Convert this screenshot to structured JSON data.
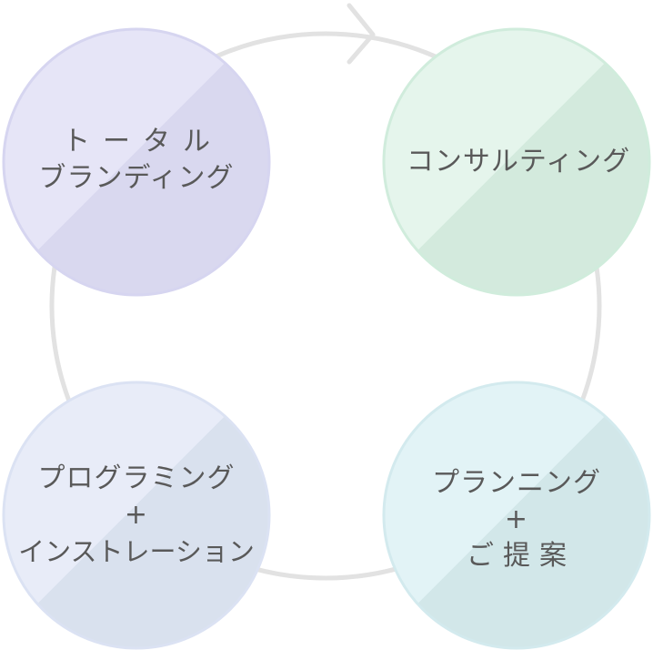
{
  "colors": {
    "cycle_ring": "#e2e2e2",
    "text": "#595959"
  },
  "nodes": [
    {
      "id": "branding",
      "lines": [
        "トータル",
        "ブランディング"
      ],
      "fill_light": "#e6e5f7",
      "fill_dark": "#d9d8ef",
      "stroke": "#d6d5f0"
    },
    {
      "id": "consulting",
      "lines": [
        "コンサルティング"
      ],
      "fill_light": "#e5f5ec",
      "fill_dark": "#d3eadd",
      "stroke": "#d0ecdc"
    },
    {
      "id": "programming",
      "lines": [
        "プログラミング",
        "+",
        "インストレーション"
      ],
      "fill_light": "#e8ecf8",
      "fill_dark": "#d9e1ee",
      "stroke": "#dbe2f3"
    },
    {
      "id": "planning",
      "lines": [
        "プランニング",
        "+",
        "ご提案"
      ],
      "fill_light": "#e2f3f6",
      "fill_dark": "#d2e7e9",
      "stroke": "#d3eaee"
    }
  ]
}
